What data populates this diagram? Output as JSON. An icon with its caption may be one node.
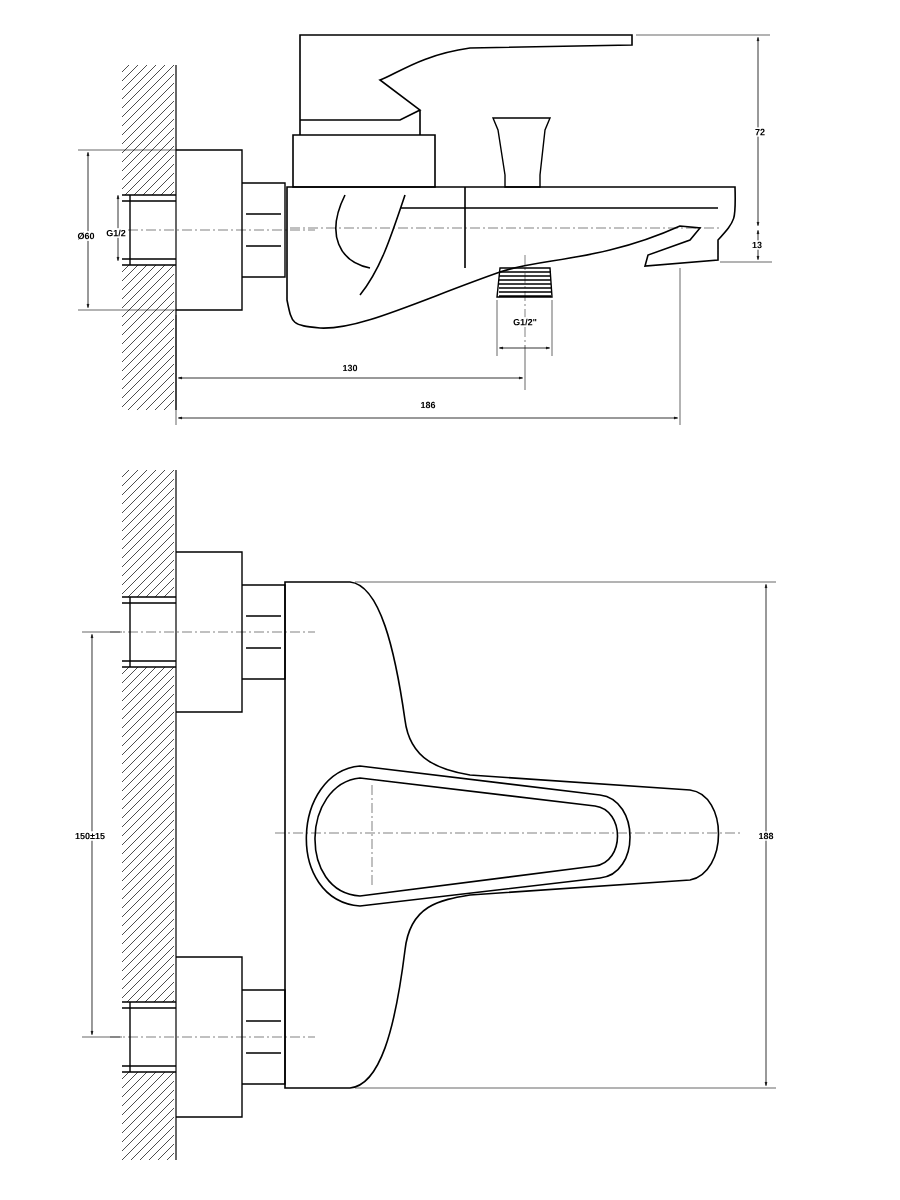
{
  "diagram": {
    "labels": [
      "72",
      "Ø60",
      "G1/2",
      "13",
      "G1/2\"",
      "130",
      "186",
      "150±15",
      "188"
    ]
  }
}
